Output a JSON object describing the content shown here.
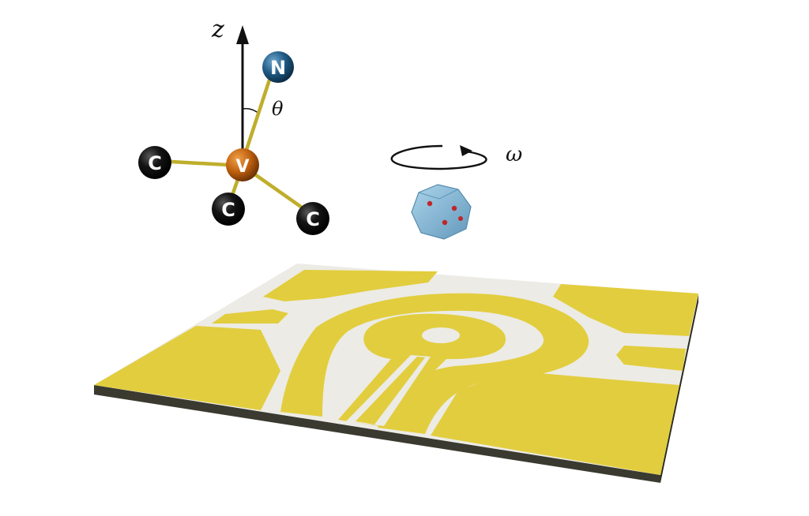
{
  "axis": {
    "label": "z"
  },
  "angle": {
    "label": "θ"
  },
  "rotation": {
    "label": "ω"
  },
  "atoms": {
    "nitrogen": {
      "symbol": "N",
      "color": "#1f5a84"
    },
    "vanadium": {
      "symbol": "V",
      "color": "#c0620f"
    },
    "carbon_left": {
      "symbol": "C",
      "color": "#0d0d0d"
    },
    "carbon_front": {
      "symbol": "C",
      "color": "#0d0d0d"
    },
    "carbon_right": {
      "symbol": "C",
      "color": "#0d0d0d"
    }
  },
  "colors": {
    "gold": "#e2cd3e",
    "gold_dark": "#b89f1c",
    "gap": "#ecebe5",
    "substrate_edge": "#3b3a30",
    "bond": "#bfae2c",
    "crystal": "#7fb6d6"
  }
}
